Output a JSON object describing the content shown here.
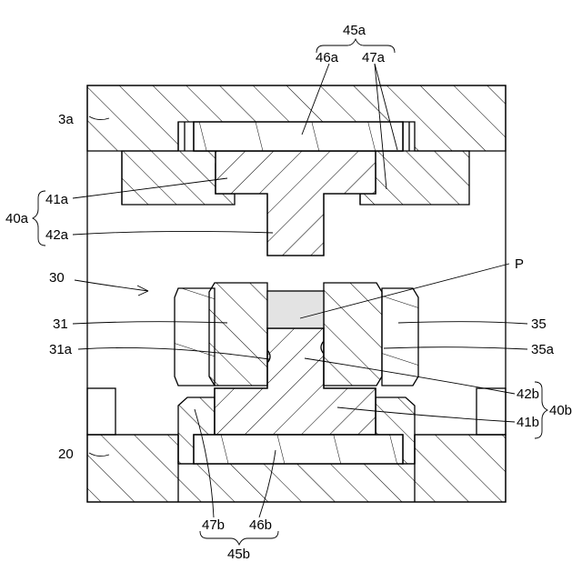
{
  "labels": {
    "l45a": "45a",
    "l46a": "46a",
    "l47a": "47a",
    "l3a": "3a",
    "l41a": "41a",
    "l42a": "42a",
    "l40a": "40a",
    "l30": "30",
    "lP": "P",
    "l31": "31",
    "l35": "35",
    "l31a": "31a",
    "l35a": "35a",
    "l42b": "42b",
    "l41b": "41b",
    "l40b": "40b",
    "l20": "20",
    "l47b": "47b",
    "l46b": "46b",
    "l45b": "45b"
  }
}
